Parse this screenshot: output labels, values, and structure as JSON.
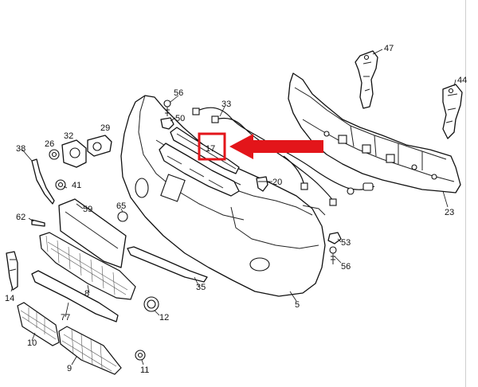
{
  "diagram": {
    "highlight_color": "#e3151a",
    "highlight_label": "17",
    "labels": [
      "47",
      "44",
      "56",
      "33",
      "50",
      "17",
      "32",
      "29",
      "26",
      "38",
      "41",
      "20",
      "23",
      "59",
      "65",
      "62",
      "53",
      "56",
      "14",
      "8",
      "35",
      "5",
      "77",
      "12",
      "10",
      "9",
      "11"
    ]
  }
}
